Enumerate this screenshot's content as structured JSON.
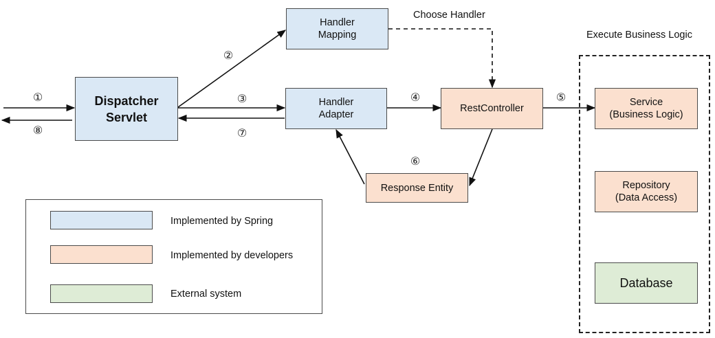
{
  "diagram": {
    "nodes": {
      "dispatcher": "Dispatcher\nServlet",
      "handler_mapping": "Handler\nMapping",
      "handler_adapter": "Handler\nAdapter",
      "rest_controller": "RestController",
      "response_entity": "Response Entity",
      "service": "Service\n(Business Logic)",
      "repository": "Repository\n(Data Access)",
      "database": "Database"
    },
    "labels": {
      "choose_handler": "Choose Handler",
      "execute_business_logic": "Execute Business Logic"
    },
    "steps": [
      "①",
      "②",
      "③",
      "④",
      "⑤",
      "⑥",
      "⑦",
      "⑧"
    ],
    "legend": [
      {
        "label": "Implemented by Spring",
        "color": "#dae8f5"
      },
      {
        "label": "Implemented by developers",
        "color": "#fbe0cf"
      },
      {
        "label": "External system",
        "color": "#deecd6"
      }
    ]
  }
}
